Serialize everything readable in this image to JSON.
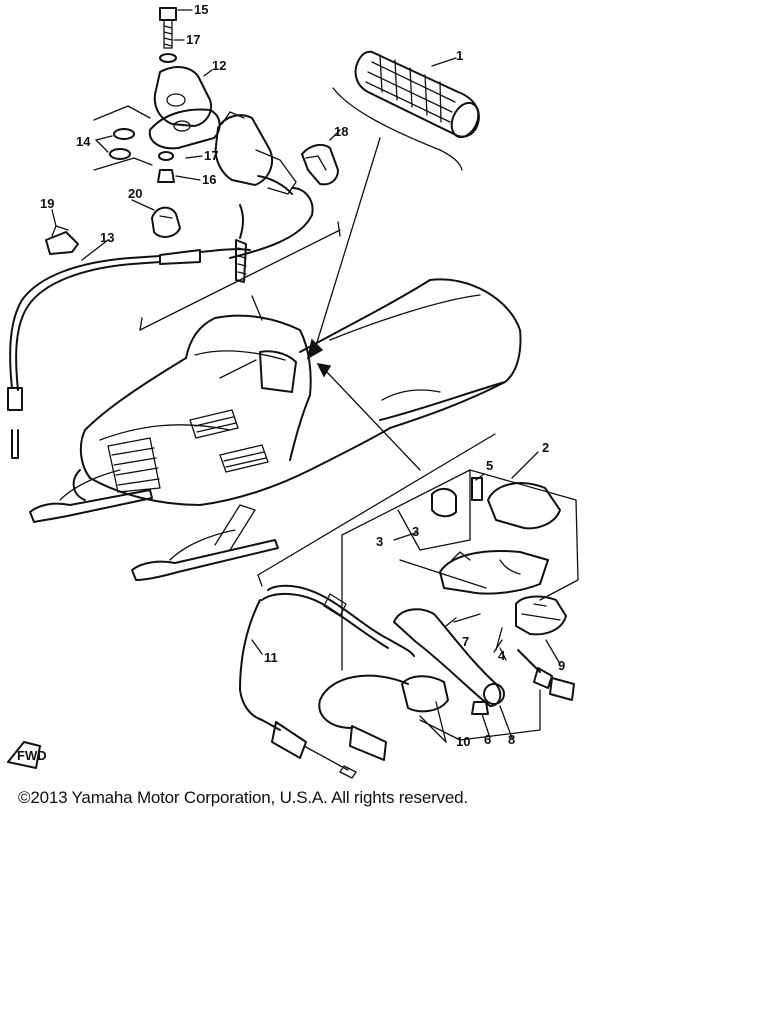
{
  "labels": {
    "p1": "1",
    "p2": "2",
    "p3a": "3",
    "p3b": "3",
    "p4": "4",
    "p5": "5",
    "p6": "6",
    "p7": "7",
    "p8": "8",
    "p9": "9",
    "p10": "10",
    "p11": "11",
    "p12": "12",
    "p13": "13",
    "p14": "14",
    "p15": "15",
    "p16": "16",
    "p17a": "17",
    "p17b": "17",
    "p18": "18",
    "p19": "19",
    "p20": "20"
  },
  "fwd": "FWD",
  "copyright": "©2013 Yamaha Motor Corporation, U.S.A. All rights reserved."
}
